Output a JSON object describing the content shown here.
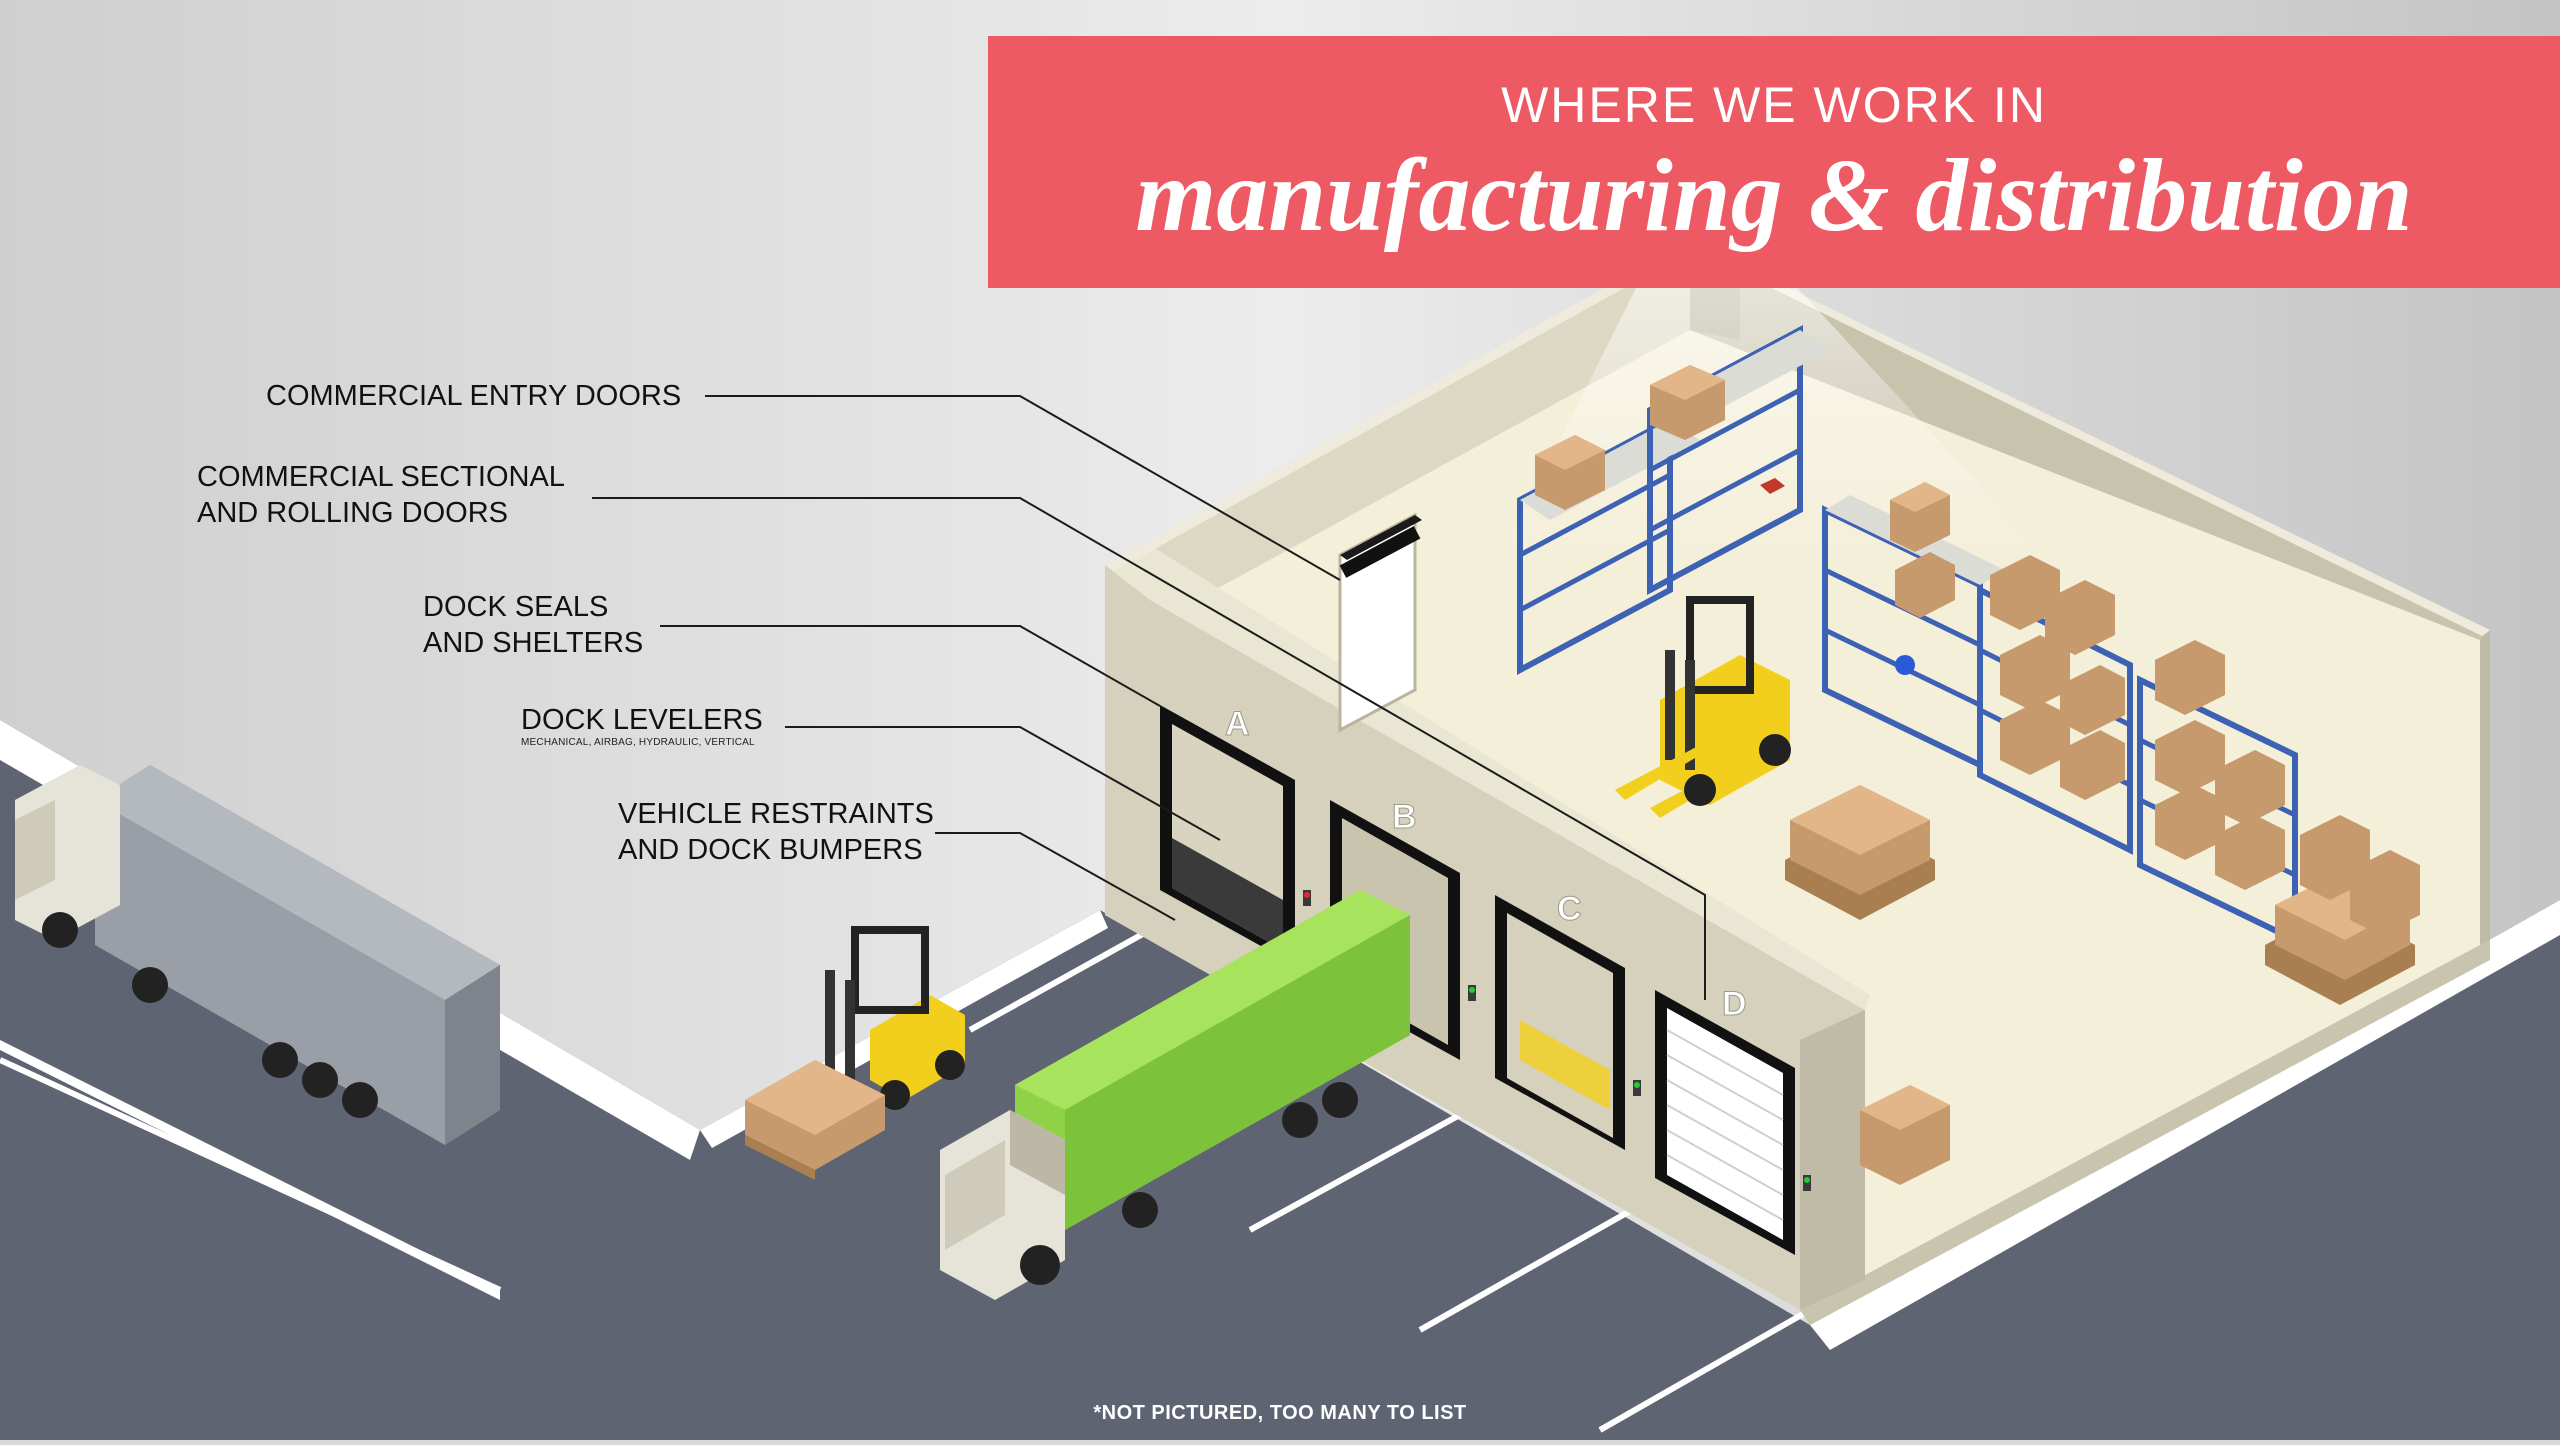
{
  "banner": {
    "line1": "WHERE WE WORK IN",
    "line2": "manufacturing & distribution",
    "color": "#ed5a63"
  },
  "callouts": [
    {
      "text": "COMMERCIAL ENTRY DOORS"
    },
    {
      "text": "COMMERCIAL SECTIONAL\nAND ROLLING DOORS"
    },
    {
      "text": "DOCK SEALS\nAND SHELTERS"
    },
    {
      "text": "DOCK LEVELERS",
      "subtext": "MECHANICAL, AIRBAG, HYDRAULIC, VERTICAL"
    },
    {
      "text": "VEHICLE RESTRAINTS\nAND DOCK BUMPERS"
    }
  ],
  "docks": [
    "A",
    "B",
    "C",
    "D"
  ],
  "footnote": "*NOT PICTURED, TOO MANY TO LIST",
  "colors": {
    "asphalt": "#5f6473",
    "floor": "#f4efd9",
    "wall": "#d6d1bc",
    "box": "#c79a6d",
    "rack": "#3d61b3",
    "forklift": "#f2cf1c",
    "green_trailer": "#8fd147",
    "grey_trailer": "#9a9ea6"
  }
}
